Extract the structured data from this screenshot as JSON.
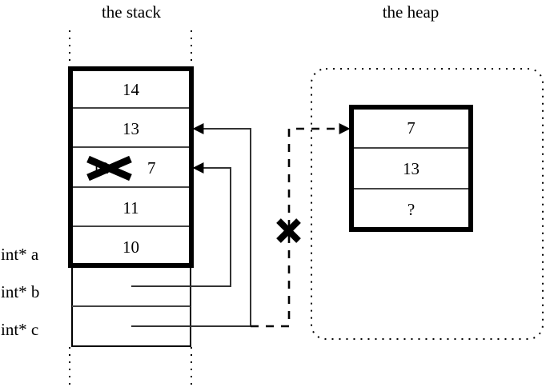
{
  "figure": {
    "kind": "memory-diagram",
    "colors": {
      "ink": "#000000",
      "paper": "#ffffff"
    }
  },
  "titles": {
    "stack": "the stack",
    "heap": "the heap"
  },
  "stack": {
    "cells": [
      {
        "value": "14",
        "struck": false
      },
      {
        "value": "13",
        "struck": false
      },
      {
        "value": "12",
        "struck": true,
        "replacement": "7"
      },
      {
        "value": "11",
        "struck": false
      },
      {
        "value": "10",
        "struck": false
      }
    ],
    "variables": [
      {
        "label": "int* a"
      },
      {
        "label": "int* b"
      },
      {
        "label": "int* c"
      }
    ]
  },
  "heap": {
    "cells": [
      {
        "value": "7"
      },
      {
        "value": "13"
      },
      {
        "value": "?"
      }
    ]
  },
  "marks": {
    "invalid_pointer": "×",
    "struck_value": "×"
  }
}
